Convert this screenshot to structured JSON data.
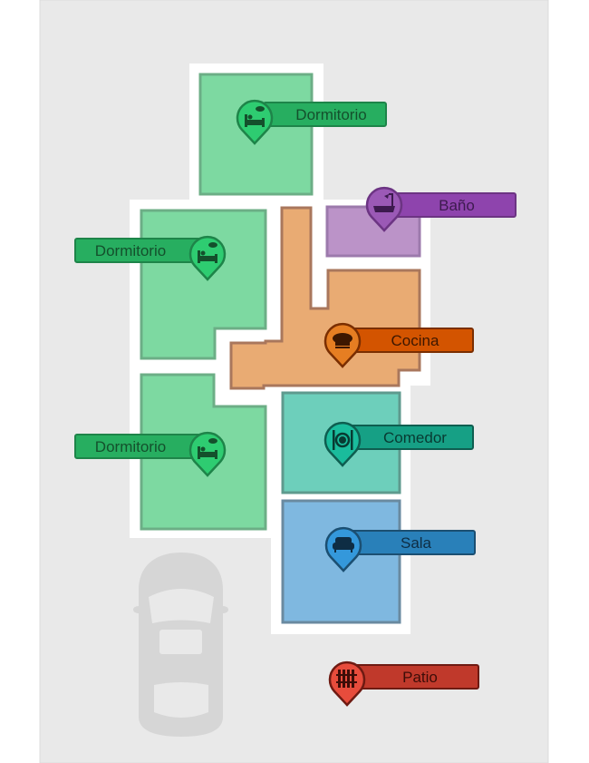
{
  "rooms": [
    {
      "label": "Dormitorio",
      "icon": "bed-icon",
      "tab": "#27ae60",
      "pin": "#2ecc71",
      "edge": "#1e8449",
      "text": "#14502c"
    },
    {
      "label": "Dormitorio",
      "icon": "bed-icon",
      "tab": "#27ae60",
      "pin": "#2ecc71",
      "edge": "#1e8449",
      "text": "#14502c"
    },
    {
      "label": "Baño",
      "icon": "bathtub-shower-icon",
      "tab": "#8e44ad",
      "pin": "#9b59b6",
      "edge": "#6c3483",
      "text": "#3d1a4f"
    },
    {
      "label": "Cocina",
      "icon": "chef-hat-icon",
      "tab": "#d35400",
      "pin": "#e67e22",
      "edge": "#7a2e00",
      "text": "#3d1700"
    },
    {
      "label": "Comedor",
      "icon": "plate-cutlery-icon",
      "tab": "#16a085",
      "pin": "#1abc9c",
      "edge": "#0e5e50",
      "text": "#083a32"
    },
    {
      "label": "Dormitorio",
      "icon": "bed-icon",
      "tab": "#27ae60",
      "pin": "#2ecc71",
      "edge": "#1e8449",
      "text": "#14502c"
    },
    {
      "label": "Sala",
      "icon": "sofa-icon",
      "tab": "#2980b9",
      "pin": "#3498db",
      "edge": "#1b4f72",
      "text": "#0e2d44"
    },
    {
      "label": "Patio",
      "icon": "fence-icon",
      "tab": "#c0392b",
      "pin": "#e74c3c",
      "edge": "#6e1a12",
      "text": "#3d0d08"
    }
  ]
}
